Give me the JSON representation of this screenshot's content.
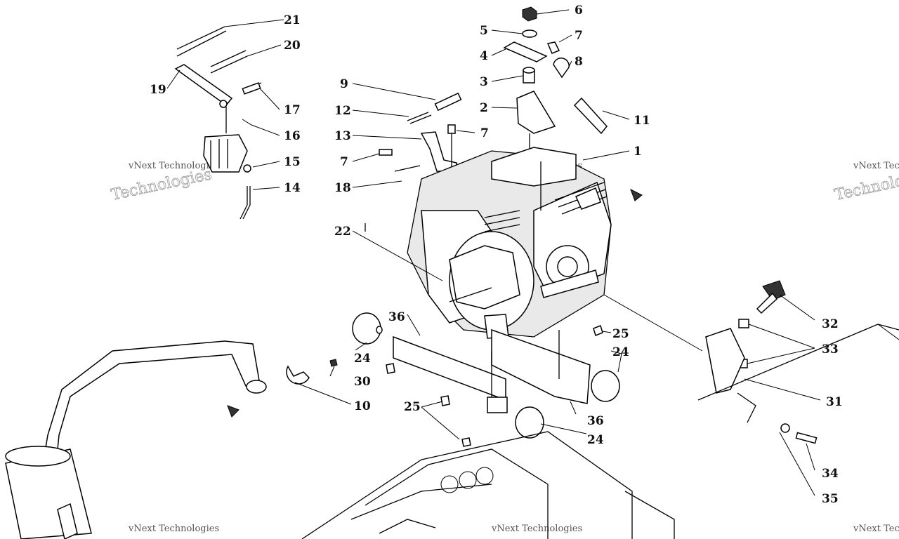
{
  "watermark": {
    "line1": "vNext Technologies",
    "line2": "Technologies",
    "brand": "vNext"
  },
  "callouts": [
    {
      "id": "c1",
      "label": "1"
    },
    {
      "id": "c2",
      "label": "2"
    },
    {
      "id": "c3",
      "label": "3"
    },
    {
      "id": "c4",
      "label": "4"
    },
    {
      "id": "c5",
      "label": "5"
    },
    {
      "id": "c6",
      "label": "6"
    },
    {
      "id": "c7a",
      "label": "7"
    },
    {
      "id": "c7b",
      "label": "7"
    },
    {
      "id": "c7c",
      "label": "7"
    },
    {
      "id": "c8",
      "label": "8"
    },
    {
      "id": "c9",
      "label": "9"
    },
    {
      "id": "c10",
      "label": "10"
    },
    {
      "id": "c11",
      "label": "11"
    },
    {
      "id": "c12",
      "label": "12"
    },
    {
      "id": "c13",
      "label": "13"
    },
    {
      "id": "c14",
      "label": "14"
    },
    {
      "id": "c15",
      "label": "15"
    },
    {
      "id": "c16",
      "label": "16"
    },
    {
      "id": "c17",
      "label": "17"
    },
    {
      "id": "c18",
      "label": "18"
    },
    {
      "id": "c19",
      "label": "19"
    },
    {
      "id": "c20",
      "label": "20"
    },
    {
      "id": "c21",
      "label": "21"
    },
    {
      "id": "c22",
      "label": "22"
    },
    {
      "id": "c24a",
      "label": "24"
    },
    {
      "id": "c24b",
      "label": "24"
    },
    {
      "id": "c24c",
      "label": "24"
    },
    {
      "id": "c25a",
      "label": "25"
    },
    {
      "id": "c25b",
      "label": "25"
    },
    {
      "id": "c30",
      "label": "30"
    },
    {
      "id": "c31",
      "label": "31"
    },
    {
      "id": "c32",
      "label": "32"
    },
    {
      "id": "c33",
      "label": "33"
    },
    {
      "id": "c34",
      "label": "34"
    },
    {
      "id": "c35",
      "label": "35"
    },
    {
      "id": "c36a",
      "label": "36"
    },
    {
      "id": "c36b",
      "label": "36"
    }
  ]
}
